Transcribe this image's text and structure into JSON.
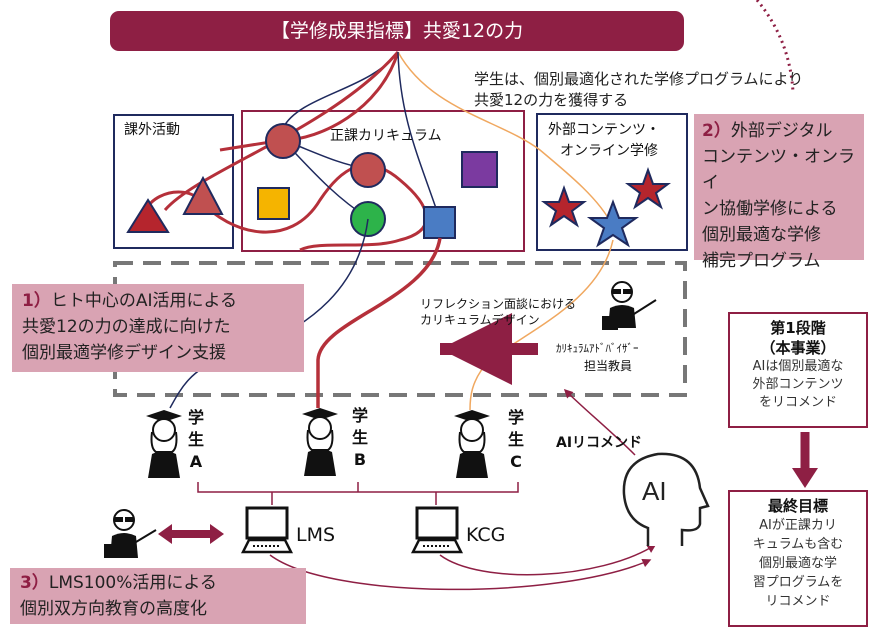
{
  "title": "【学修成果指標】共愛12の力",
  "top_note": [
    "学生は、個別最適化された学修プログラムにより",
    "共愛12の力を獲得する"
  ],
  "boxes": {
    "extracurricular": "課外活動",
    "curriculum": "正課カリキュラム",
    "external": [
      "外部コンテンツ・",
      "オンライン学修"
    ]
  },
  "callout_2": {
    "num": "2）",
    "lines": [
      "外部デジタル",
      "コンテンツ・オンライ",
      "ン協働学修による",
      "個別最適な学修",
      "補完プログラム"
    ]
  },
  "callout_1": {
    "num": "1）",
    "lines": [
      "ヒト中心のAI活用による",
      "共愛12の力の達成に向けた",
      "個別最適学修デザイン支援"
    ]
  },
  "callout_3": {
    "num": "3）",
    "lines": [
      "LMS100%活用による",
      "個別双方向教育の高度化"
    ]
  },
  "reflection": [
    "リフレクション面談における",
    "カリキュラムデザイン"
  ],
  "advisor": [
    "ｶﾘｷｭﾗﾑｱﾄﾞﾊﾞｲｻﾞｰ",
    "担当教員"
  ],
  "students": [
    {
      "label": [
        "学",
        "生",
        "A"
      ]
    },
    {
      "label": [
        "学",
        "生",
        "B"
      ]
    },
    {
      "label": [
        "学",
        "生",
        "C"
      ]
    }
  ],
  "ai_recommend": "AIリコメンド",
  "ai_head": "AI",
  "systems": {
    "lms": "LMS",
    "kcg": "KCG"
  },
  "stage1": {
    "head": [
      "第1段階",
      "（本事業）"
    ],
    "body": [
      "AIは個別最適な",
      "外部コンテンツ",
      "をリコメンド"
    ]
  },
  "final": {
    "head": "最終目標",
    "body": [
      "AIが正課カリ",
      "キュラムも含む",
      "個別最適な学",
      "習プログラムを",
      "リコメンド"
    ]
  },
  "colors": {
    "maroon": "#8e1f44",
    "navy": "#1f2a5e",
    "red": "#b5303a",
    "pink": "#d9a3b3",
    "orange": "#f0a860",
    "green": "#2db34a",
    "yellow": "#f5b400",
    "blue": "#4a7cc4",
    "purple": "#7b3aa0"
  }
}
